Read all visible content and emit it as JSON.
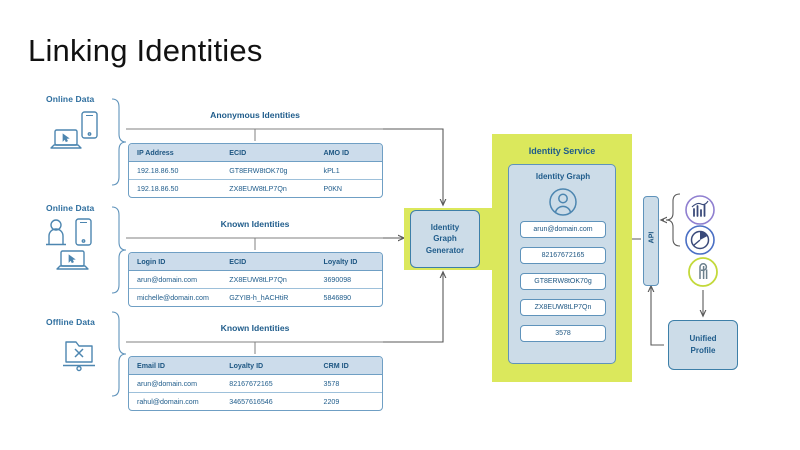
{
  "page": {
    "title": "Linking Identities",
    "background": "#ffffff",
    "accent_blue": "#1f5c8b",
    "accent_green": "#dbe85c",
    "panel_blue": "#ccdce8",
    "border_blue": "#5f93bb"
  },
  "sources": [
    {
      "label": "Online Data",
      "icons": [
        "laptop-cursor-icon",
        "smartphone-icon"
      ]
    },
    {
      "label": "Online Data",
      "icons": [
        "person-icon",
        "smartphone-icon",
        "laptop-cursor-icon"
      ]
    },
    {
      "label": "Offline Data",
      "icons": [
        "folder-x-icon"
      ]
    }
  ],
  "tables": [
    {
      "title": "Anonymous Identities",
      "columns": [
        "IP Address",
        "ECID",
        "AMO ID"
      ],
      "rows": [
        [
          "192.18.86.50",
          "GT8ERW8tOK70g",
          "kPL1"
        ],
        [
          "192.18.86.50",
          "ZX8EUW8tLP7Qn",
          "P0KN"
        ]
      ]
    },
    {
      "title": "Known Identities",
      "columns": [
        "Login ID",
        "ECID",
        "Loyalty ID"
      ],
      "rows": [
        [
          "arun@domain.com",
          "ZX8EUW8tLP7Qn",
          "3690098"
        ],
        [
          "michelle@domain.com",
          "GZYIB-h_hACHtiR",
          "5846890"
        ]
      ]
    },
    {
      "title": "Known Identities",
      "columns": [
        "Email ID",
        "Loyalty ID",
        "CRM ID"
      ],
      "rows": [
        [
          "arun@domain.com",
          "82167672165",
          "3578"
        ],
        [
          "rahul@domain.com",
          "34657616546",
          "2209"
        ]
      ]
    }
  ],
  "generator": {
    "label": "Identity\nGraph\nGenerator",
    "line1": "Identity",
    "line2": "Graph",
    "line3": "Generator"
  },
  "identity_service": {
    "title": "Identity Service",
    "graph_title": "Identity Graph",
    "avatar_icon": "user-avatar-icon",
    "chips": [
      "arun@domain.com",
      "82167672165",
      "GT8ERW8tOK70g",
      "ZX8EUW8tLP7Qn",
      "3578"
    ]
  },
  "api": {
    "label": "API"
  },
  "consumers": [
    {
      "name": "bar-chart-icon",
      "ring": "#8f7fd0"
    },
    {
      "name": "pie-chart-icon",
      "ring": "#4a6fc4"
    },
    {
      "name": "brand-mark-icon",
      "ring": "#c3d93a"
    }
  ],
  "unified_profile": {
    "line1": "Unified",
    "line2": "Profile"
  }
}
